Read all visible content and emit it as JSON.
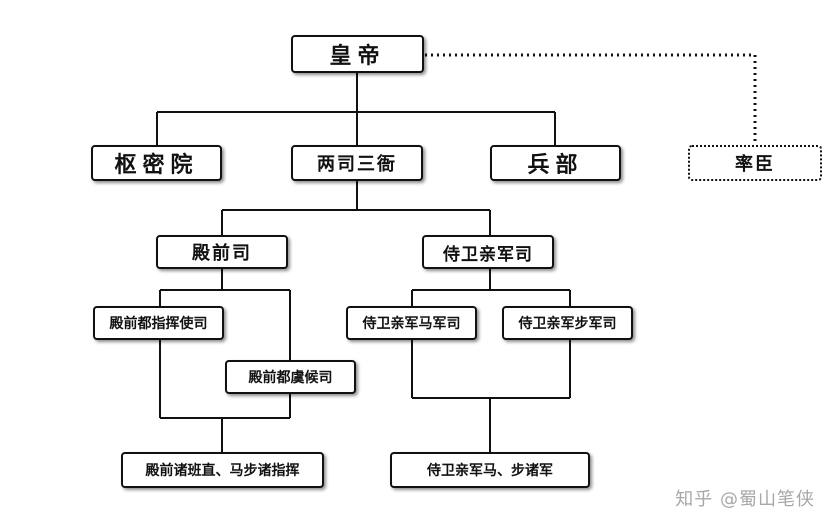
{
  "nodes": {
    "emperor": "皇帝",
    "shumiyuan": "枢密院",
    "liangsi": "两司三衙",
    "bingbu": "兵部",
    "shuaichen": "率臣",
    "dianqiansi": "殿前司",
    "shiwei": "侍卫亲军司",
    "zhihuishi": "殿前都指挥使司",
    "yuhousi": "殿前都虞候司",
    "majunsi": "侍卫亲军马军司",
    "bujunsi": "侍卫亲军步军司",
    "dianqian_zhuban": "殿前诸班直、马步诸指挥",
    "shiwei_zhujun": "侍卫亲军马、步诸军"
  },
  "watermark": "知乎 @蜀山笔侠"
}
